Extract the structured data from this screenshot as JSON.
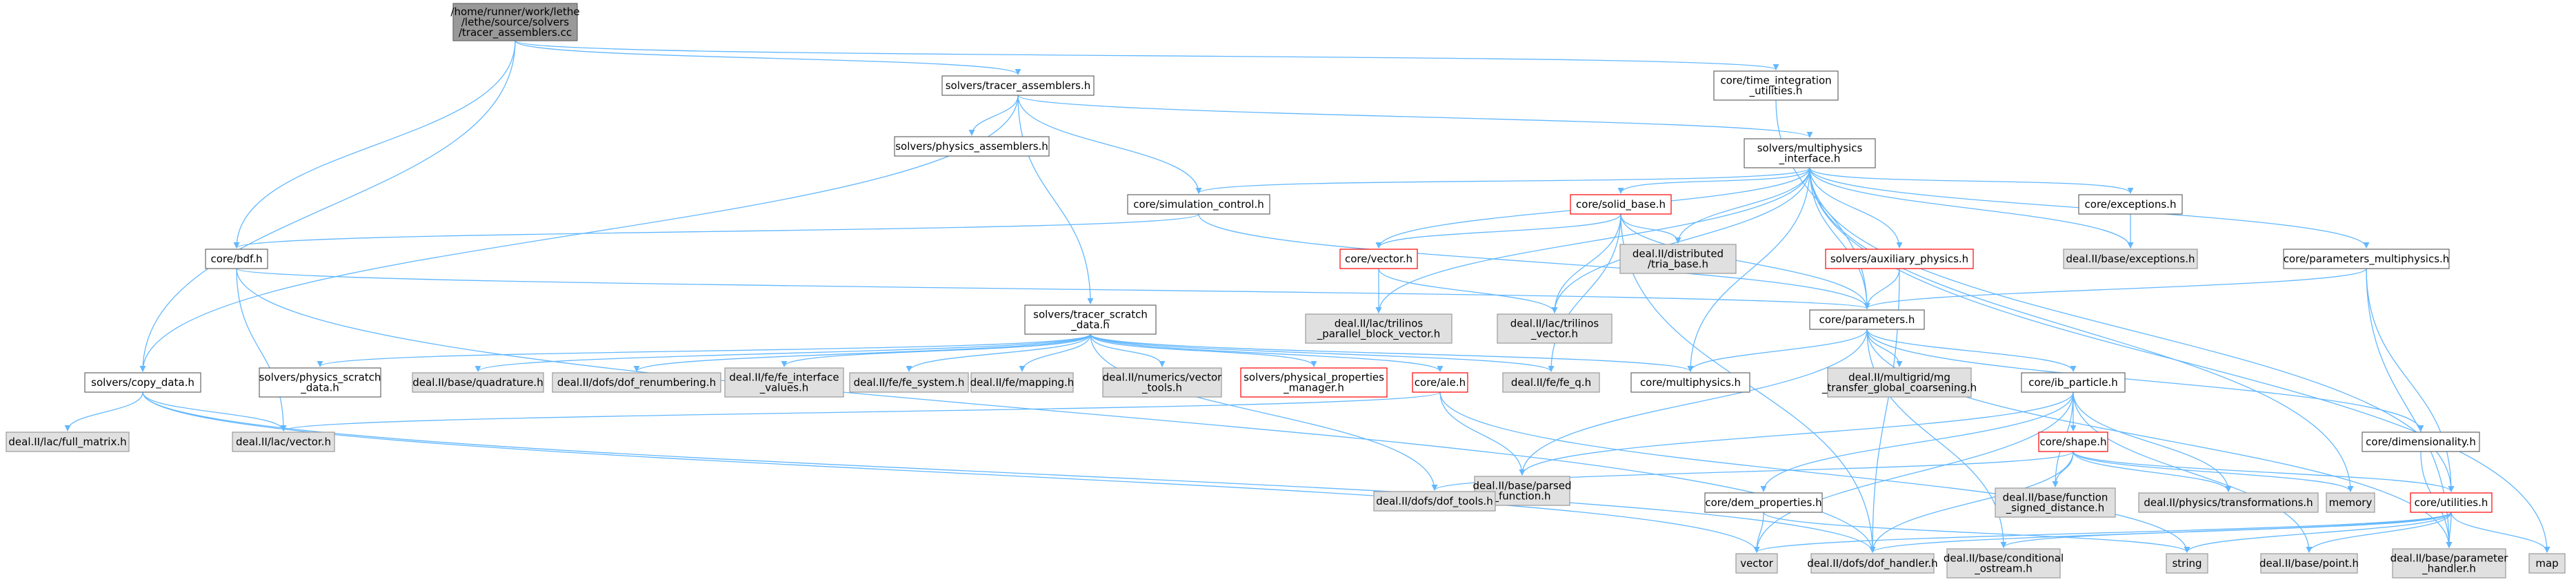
{
  "diagram": {
    "nodes": {
      "root": [
        "/home/runner/work/lethe",
        "/lethe/source/solvers",
        "/tracer_assemblers.cc"
      ],
      "tracer_assemblers": [
        "solvers/tracer_assemblers.h"
      ],
      "time_integration": [
        "core/time_integration",
        "_utilities.h"
      ],
      "physics_assemblers": [
        "solvers/physics_assemblers.h"
      ],
      "multiphysics_interface": [
        "solvers/multiphysics",
        "_interface.h"
      ],
      "simulation_control": [
        "core/simulation_control.h"
      ],
      "solid_base": [
        "core/solid_base.h"
      ],
      "exceptions": [
        "core/exceptions.h"
      ],
      "bdf": [
        "core/bdf.h"
      ],
      "vector_core": [
        "core/vector.h"
      ],
      "distributed_tria": [
        "deal.II/distributed",
        "/tria_base.h"
      ],
      "auxiliary_physics": [
        "solvers/auxiliary_physics.h"
      ],
      "parameters_multiphysics": [
        "core/parameters_multiphysics.h"
      ],
      "base_exceptions": [
        "deal.II/base/exceptions.h"
      ],
      "tracer_scratch": [
        "solvers/tracer_scratch",
        "_data.h"
      ],
      "parameters": [
        "core/parameters.h"
      ],
      "trilinos_block": [
        "deal.II/lac/trilinos",
        "_parallel_block_vector.h"
      ],
      "trilinos_vector": [
        "deal.II/lac/trilinos",
        "_vector.h"
      ],
      "copy_data": [
        "solvers/copy_data.h"
      ],
      "physics_scratch": [
        "solvers/physics_scratch",
        "_data.h"
      ],
      "quadrature": [
        "deal.II/base/quadrature.h"
      ],
      "dof_renumbering": [
        "deal.II/dofs/dof_renumbering.h"
      ],
      "fe_interface": [
        "deal.II/fe/fe_interface",
        "_values.h"
      ],
      "fe_system": [
        "deal.II/fe/fe_system.h"
      ],
      "mapping": [
        "deal.II/fe/mapping.h"
      ],
      "vector_tools": [
        "deal.II/numerics/vector",
        "_tools.h"
      ],
      "physical_properties": [
        "solvers/physical_properties",
        "_manager.h"
      ],
      "ale": [
        "core/ale.h"
      ],
      "fe_q": [
        "deal.II/fe/fe_q.h"
      ],
      "multiphysics": [
        "core/multiphysics.h"
      ],
      "mg_transfer": [
        "deal.II/multigrid/mg",
        "_transfer_global_coarsening.h"
      ],
      "ib_particle": [
        "core/ib_particle.h"
      ],
      "full_matrix": [
        "deal.II/lac/full_matrix.h"
      ],
      "lac_vector": [
        "deal.II/lac/vector.h"
      ],
      "parsed_function": [
        "deal.II/base/parsed",
        "_function.h"
      ],
      "shape": [
        "core/shape.h"
      ],
      "dimensionality": [
        "core/dimensionality.h"
      ],
      "dof_tools": [
        "deal.II/dofs/dof_tools.h"
      ],
      "function_signed": [
        "deal.II/base/function",
        "_signed_distance.h"
      ],
      "physics_transformations": [
        "deal.II/physics/transformations.h"
      ],
      "memory": [
        "memory"
      ],
      "utilities": [
        "core/utilities.h"
      ],
      "dem_properties": [
        "core/dem_properties.h"
      ],
      "vector_std": [
        "vector"
      ],
      "dof_handler": [
        "deal.II/dofs/dof_handler.h"
      ],
      "conditional_ostream": [
        "deal.II/base/conditional",
        "_ostream.h"
      ],
      "string": [
        "string"
      ],
      "base_point": [
        "deal.II/base/point.h"
      ],
      "parameter_handler": [
        "deal.II/base/parameter",
        "_handler.h"
      ],
      "map": [
        "map"
      ]
    },
    "colors": {
      "edge": "#63b8ff",
      "root_fill": "#999999",
      "root_border": "#666666",
      "doc_border": "#666666",
      "missing_border": "#ff0000",
      "external_fill": "#e0e0e0",
      "external_border": "#999999",
      "text": "#000000"
    }
  }
}
